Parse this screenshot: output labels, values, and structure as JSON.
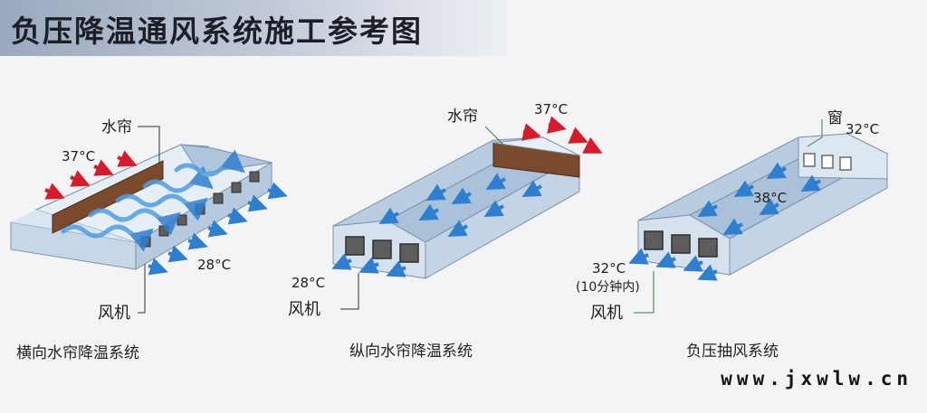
{
  "title": "负压降温通风系统施工参考图",
  "panels": [
    {
      "caption": "横向水帘降温系统",
      "labels": {
        "curtain": "水帘",
        "temp_in": "37°C",
        "temp_out": "28°C",
        "fan": "风机"
      }
    },
    {
      "caption": "纵向水帘降温系统",
      "labels": {
        "curtain": "水帘",
        "temp_in": "37°C",
        "temp_out": "28°C",
        "fan": "风机"
      }
    },
    {
      "caption": "负压抽风系统",
      "labels": {
        "window": "窗",
        "temp_window": "32°C",
        "temp_inside": "38°C",
        "temp_out": "32°C",
        "temp_out_note": "(10分钟内)",
        "fan": "风机"
      }
    }
  ],
  "watermark": "www.jxwlw.cn",
  "colors": {
    "roof": "#b8cde0",
    "wall": "#d3e0ec",
    "floor": "#e8f0f7",
    "curtain": "#7a4a2c",
    "hot_arrow": "#d61c2a",
    "cool_arrow": "#2f7fd0",
    "leader": "#2a8a3a"
  }
}
